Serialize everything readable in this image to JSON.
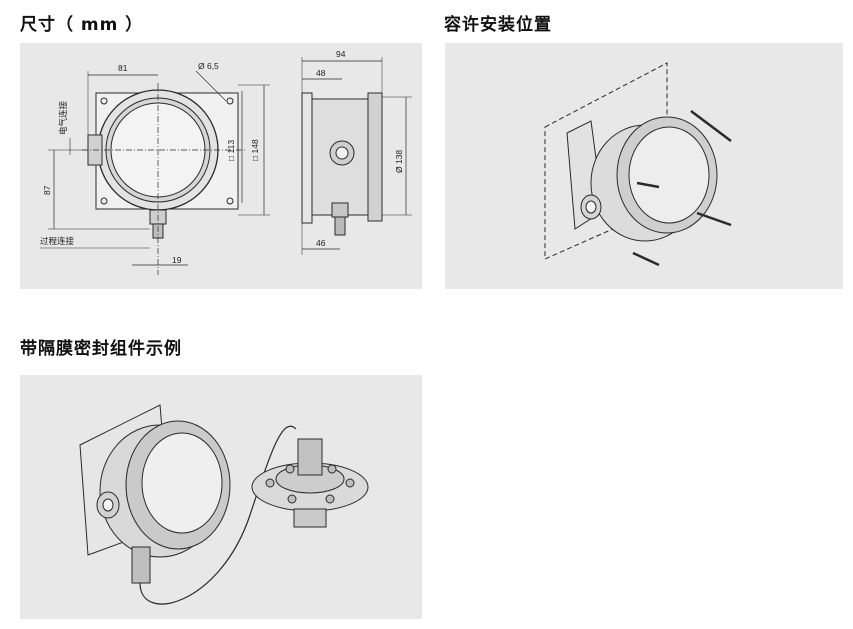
{
  "sections": {
    "dimensions": {
      "title": "尺寸（ mm ）"
    },
    "mounting": {
      "title": "容许安装位置"
    },
    "example": {
      "title": "带隔膜密封组件示例"
    }
  },
  "drawing": {
    "front": {
      "dim_81": "81",
      "dim_phi65": "Ø 6,5",
      "dim_113": "□ 113",
      "dim_148": "□ 148",
      "dim_87": "87",
      "dim_19": "19",
      "label_electrical": "电气连接",
      "label_process": "过程连接"
    },
    "side": {
      "dim_94": "94",
      "dim_48": "48",
      "dim_138": "Ø 138",
      "dim_46": "46"
    }
  },
  "colors": {
    "panel_bg": "#e8e8e8",
    "line": "#2a2a2a",
    "metal_light": "#d9d9d9",
    "metal_mid": "#c4c4c4"
  }
}
